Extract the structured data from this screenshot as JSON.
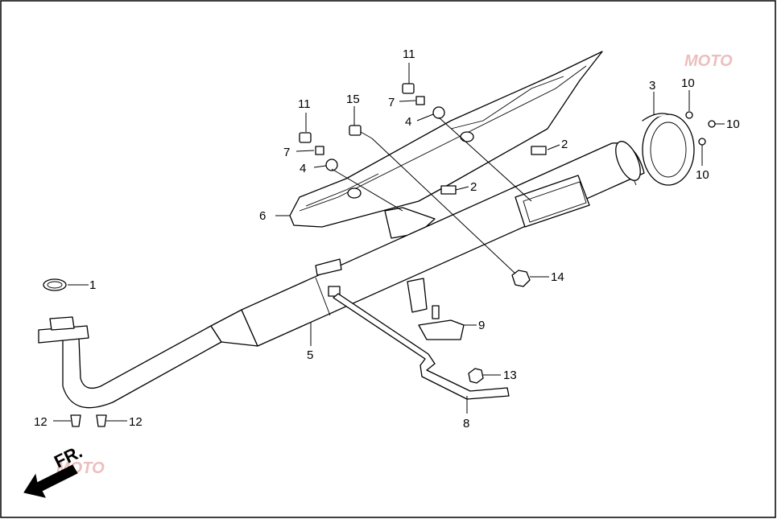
{
  "diagram": {
    "watermark_text": "MOTO",
    "direction_label": "FR.",
    "callouts": [
      {
        "id": "c1",
        "label": "1"
      },
      {
        "id": "c2a",
        "label": "2"
      },
      {
        "id": "c2b",
        "label": "2"
      },
      {
        "id": "c3",
        "label": "3"
      },
      {
        "id": "c4a",
        "label": "4"
      },
      {
        "id": "c4b",
        "label": "4"
      },
      {
        "id": "c5",
        "label": "5"
      },
      {
        "id": "c6",
        "label": "6"
      },
      {
        "id": "c7a",
        "label": "7"
      },
      {
        "id": "c7b",
        "label": "7"
      },
      {
        "id": "c8",
        "label": "8"
      },
      {
        "id": "c9",
        "label": "9"
      },
      {
        "id": "c10a",
        "label": "10"
      },
      {
        "id": "c10b",
        "label": "10"
      },
      {
        "id": "c10c",
        "label": "10"
      },
      {
        "id": "c11a",
        "label": "11"
      },
      {
        "id": "c11b",
        "label": "11"
      },
      {
        "id": "c12a",
        "label": "12"
      },
      {
        "id": "c12b",
        "label": "12"
      },
      {
        "id": "c13",
        "label": "13"
      },
      {
        "id": "c14",
        "label": "14"
      },
      {
        "id": "c15",
        "label": "15"
      }
    ],
    "colors": {
      "line": "#000000",
      "watermark": "#e8a9a9"
    }
  }
}
